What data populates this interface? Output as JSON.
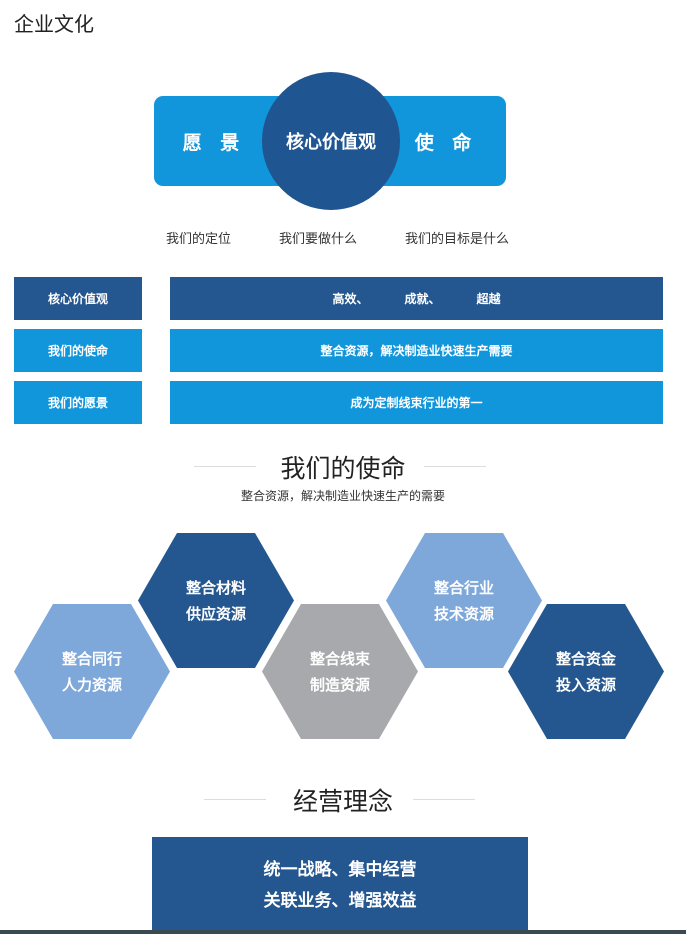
{
  "page_title": "企业文化",
  "banner": {
    "left": "愿 景",
    "center": "核心价值观",
    "right": "使 命"
  },
  "sub_labels": [
    "我们的定位",
    "我们要做什么",
    "我们的目标是什么"
  ],
  "rows": [
    {
      "label": "核心价值观",
      "values": [
        "高效、",
        "成就、",
        "超越"
      ]
    },
    {
      "label": "我们的使命",
      "value": "整合资源，解决制造业快速生产需要"
    },
    {
      "label": "我们的愿景",
      "value": "成为定制线束行业的第一"
    }
  ],
  "mission": {
    "heading": "我们的使命",
    "subtitle": "整合资源，解决制造业快速生产的需要",
    "hexagons": [
      {
        "line1": "整合同行",
        "line2": "人力资源",
        "color": "#7ea7da"
      },
      {
        "line1": "整合材料",
        "line2": "供应资源",
        "color": "#24568f"
      },
      {
        "line1": "整合线束",
        "line2": "制造资源",
        "color": "#a8a9ad"
      },
      {
        "line1": "整合行业",
        "line2": "技术资源",
        "color": "#7ea7da"
      },
      {
        "line1": "整合资金",
        "line2": "投入资源",
        "color": "#24568f"
      }
    ]
  },
  "philosophy": {
    "heading": "经营理念",
    "line1": "统一战略、集中经营",
    "line2": "关联业务、增强效益"
  },
  "colors": {
    "navy": "#24568f",
    "blue": "#1296db",
    "sky": "#7ea7da",
    "grey": "#a8a9ad"
  }
}
